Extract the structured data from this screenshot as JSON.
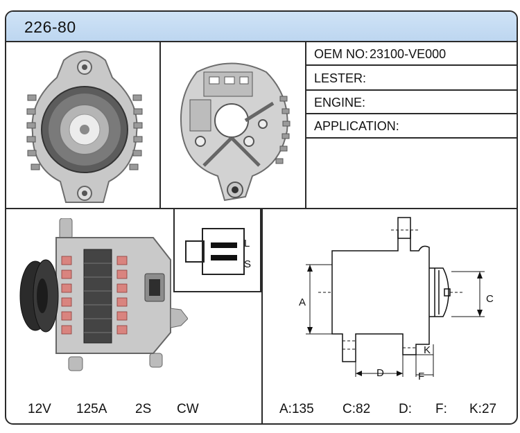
{
  "part_number": "226-80",
  "specs": {
    "oem_label": "OEM NO:",
    "oem_value": "23100-VE000",
    "lester_label": "LESTER:",
    "engine_label": "ENGINE:",
    "application_label": "APPLICATION:"
  },
  "connector": {
    "pin_top": "L",
    "pin_bottom": "S"
  },
  "ratings": {
    "voltage": "12V",
    "amperage": "125A",
    "pulley": "2S",
    "rotation": "CW"
  },
  "dimension_labels": {
    "a": "A",
    "c": "C",
    "d": "D",
    "f": "F",
    "k": "K"
  },
  "dimensions": {
    "a": "A:135",
    "c": "C:82",
    "d": "D:",
    "f": "F:",
    "k": "K:27"
  }
}
